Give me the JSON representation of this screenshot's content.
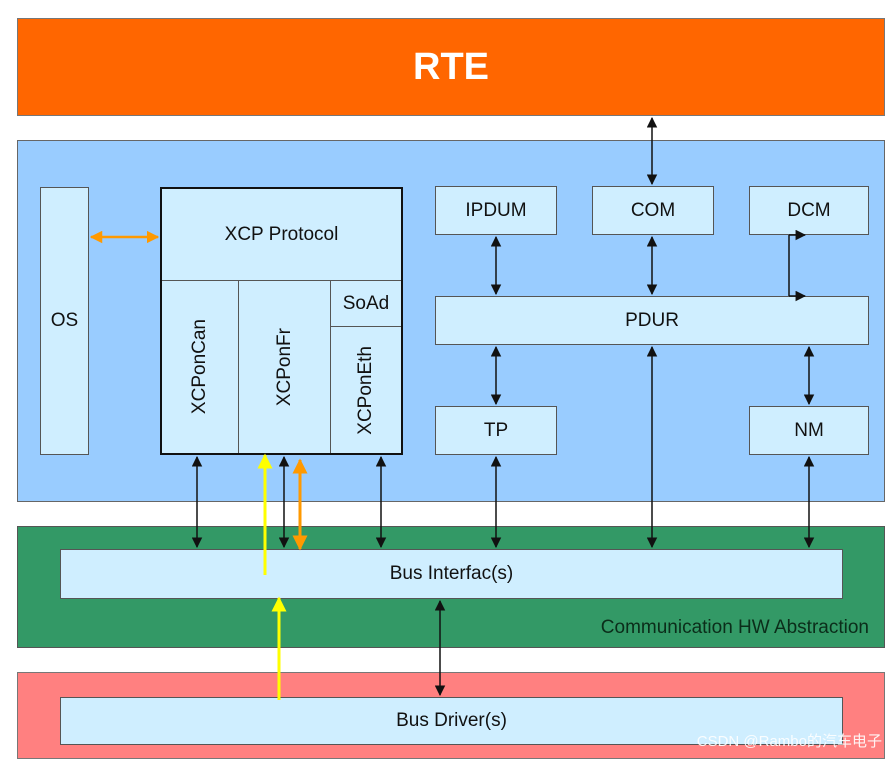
{
  "layers": {
    "rte": "RTE",
    "comm_hw_abstraction": "Communication HW Abstraction"
  },
  "modules": {
    "os": "OS",
    "xcp_protocol": "XCP Protocol",
    "xcp_on_can": "XCPonCan",
    "xcp_on_fr": "XCPonFr",
    "soad": "SoAd",
    "xcp_on_eth": "XCPonEth",
    "ipdum": "IPDUM",
    "com": "COM",
    "dcm": "DCM",
    "pdur": "PDUR",
    "tp": "TP",
    "nm": "NM",
    "bus_interface": "Bus Interfac(s)",
    "bus_driver": "Bus Driver(s)"
  },
  "watermark": "CSDN @Rambo的汽车电子",
  "colors": {
    "rte": "#ff6600",
    "bsw_background": "#99ccff",
    "comm_hw_abstraction": "#339966",
    "driver_layer": "#ff8080",
    "module_fill": "#cfeeff",
    "arrow_black": "#111111",
    "arrow_orange": "#ff9900",
    "arrow_yellow": "#ffff00"
  }
}
